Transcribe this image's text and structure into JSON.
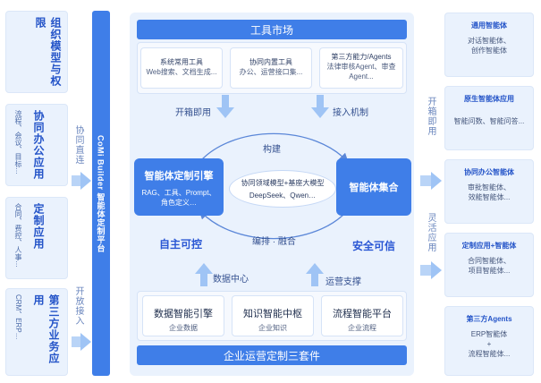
{
  "left": {
    "governance": {
      "title": "组织模型与权限"
    },
    "collab": {
      "sub": "流程、会议、目标…",
      "title": "协同办公应用"
    },
    "custom": {
      "sub": "合同、费控、人事…",
      "title": "定制应用"
    },
    "third": {
      "sub": "CRM、ERP…",
      "title": "第三方业务应用"
    },
    "label_direct": "协同直连",
    "label_open": "开放接入"
  },
  "platform_bar": "CoMi Builder 智能体定制平台",
  "tool_market": {
    "title": "工具市场",
    "cards": [
      {
        "title": "系统常用工具",
        "sub": "Web搜索、文档生成..."
      },
      {
        "title": "协同内置工具",
        "sub": "办公、运营接口集..."
      },
      {
        "title": "第三方能力/Agents",
        "sub": "法律审核Agent、审查Agent..."
      }
    ]
  },
  "flow": {
    "open_use": "开箱即用",
    "access": "接入机制",
    "build": "构建",
    "orchestrate": "编排 · 融合",
    "data_center": "数据中心",
    "ops_support": "运营支撑",
    "autonomy": "自主可控",
    "security": "安全可信"
  },
  "engine": {
    "title": "智能体定制引擎",
    "items": "RAG、工具、Prompt、角色定义…"
  },
  "models": {
    "title": "协同领域模型+基座大模型",
    "sub": "DeepSeek、Qwen…"
  },
  "agent_set": {
    "title": "智能体集合"
  },
  "bottom": {
    "cards": [
      {
        "title": "数据智能引擎",
        "sub": "企业数据"
      },
      {
        "title": "知识智能中枢",
        "sub": "企业知识"
      },
      {
        "title": "流程智能平台",
        "sub": "企业流程"
      }
    ],
    "bar": "企业运营定制三套件"
  },
  "right": {
    "label_open": "开箱即用",
    "label_flexible": "灵活应用",
    "boxes": [
      {
        "title": "通用智能体",
        "sub1": "对话智能体、",
        "sub2": "创作智能体"
      },
      {
        "title": "原生智能体应用",
        "sub1": "智能问数、智能问答...",
        "sub2": ""
      },
      {
        "title": "协同办公智能体",
        "sub1": "审批智能体、",
        "sub2": "效能智能体..."
      },
      {
        "title": "定制应用+智能体",
        "sub1": "合同智能体、",
        "sub2": "项目智能体..."
      },
      {
        "title": "第三方Agents",
        "sub1": "ERP智能体",
        "sub2": "+",
        "sub3": "流程智能体..."
      }
    ]
  },
  "colors": {
    "primary": "#3f7ee8",
    "soft": "#eaf2fd",
    "accent_text": "#2a57d4"
  }
}
